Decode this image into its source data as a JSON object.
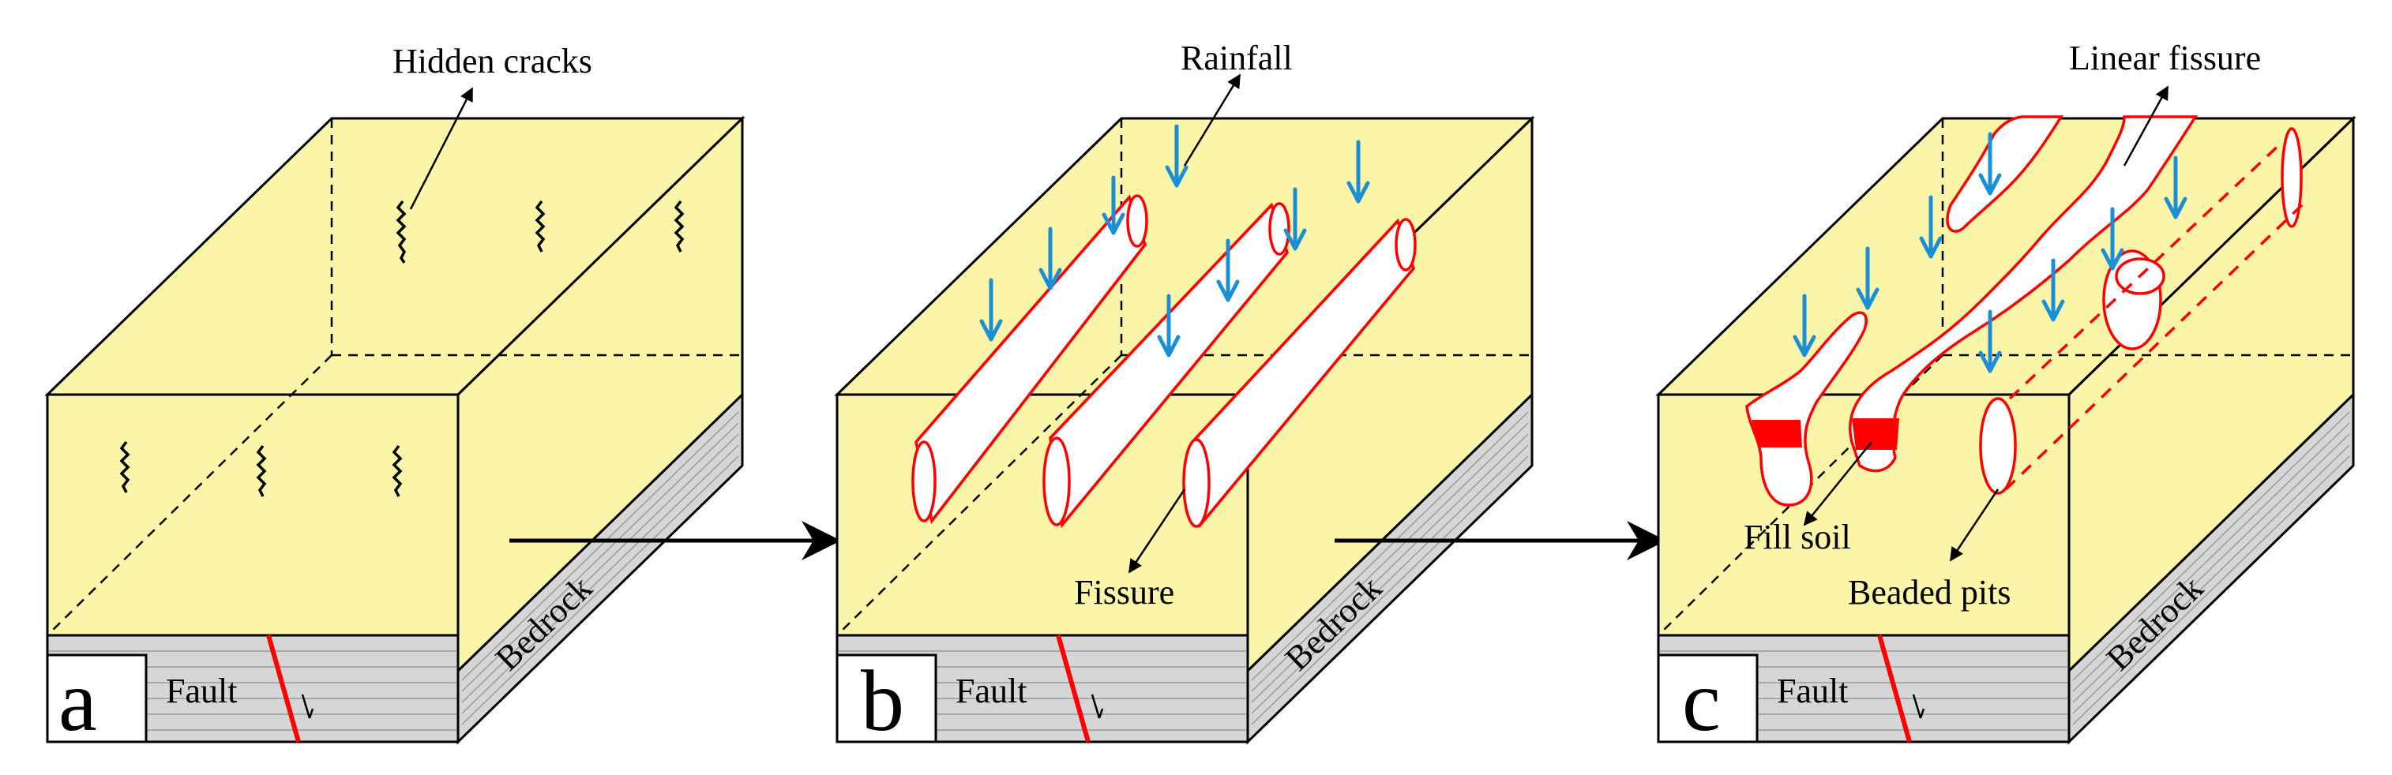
{
  "panels": [
    {
      "letter": "a",
      "fault_label": "Fault",
      "bedrock_label": "Bedrock",
      "annotations": [
        "Hidden cracks"
      ]
    },
    {
      "letter": "b",
      "fault_label": "Fault",
      "bedrock_label": "Bedrock",
      "annotations": [
        "Rainfall",
        "Fissure"
      ]
    },
    {
      "letter": "c",
      "fault_label": "Fault",
      "bedrock_label": "Bedrock",
      "annotations": [
        "Linear fissure",
        "Fill soil",
        "Beaded pits"
      ]
    }
  ],
  "colors": {
    "soil": "#fbf5a9",
    "bedrock": "#d6d6d6",
    "fissure_outline": "#ff0000",
    "rain": "#1b8fd6",
    "fault": "#ff0000"
  }
}
